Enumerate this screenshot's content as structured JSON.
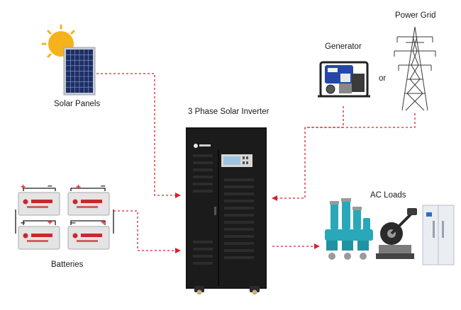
{
  "labels": {
    "solar_panels": "Solar Panels",
    "inverter": "3 Phase Solar Inverter",
    "generator": "Generator",
    "or": "or",
    "power_grid": "Power Grid",
    "batteries": "Batteries",
    "ac_loads": "AC Loads"
  },
  "colors": {
    "arrow": "#d9232a",
    "inverter_body": "#141414",
    "panel_cell": "#1d2f66",
    "battery_body": "#e4e4e4",
    "pump": "#28a8b8",
    "sun": "#f6b21a"
  },
  "icons": {
    "sun": "sun-icon",
    "solar_panel": "solar-panel-icon",
    "generator": "generator-icon",
    "power_tower": "power-tower-icon",
    "battery": "battery-icon",
    "inverter": "inverter-cabinet-icon",
    "water_pump": "water-pump-icon",
    "cutoff_saw": "cutoff-saw-icon",
    "refrigerator": "refrigerator-icon"
  }
}
